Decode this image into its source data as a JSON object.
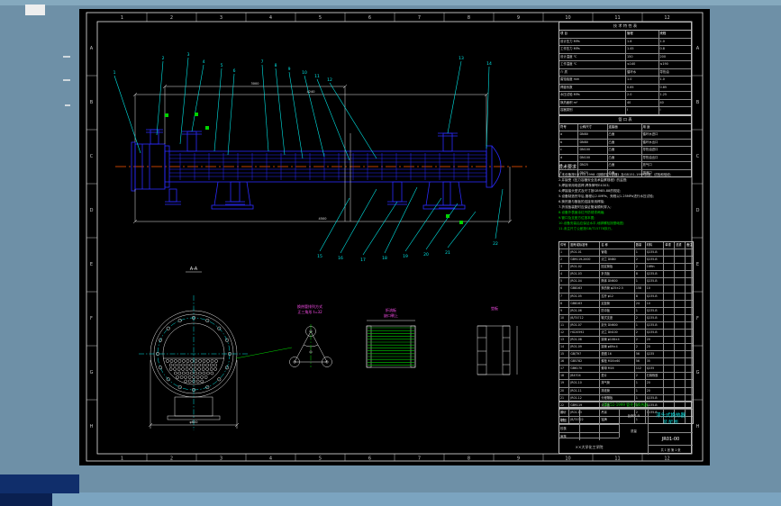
{
  "app": {
    "background": "#6e90a7",
    "canvas_bg": "#000000",
    "colors": {
      "line_blue": "#2b2bff",
      "line_cyan": "#00e5e5",
      "line_white": "#e8e8e8",
      "line_green": "#00d400",
      "line_magenta": "#ff4ff0",
      "centerline_orange": "#ff5500",
      "taskbar_navy": "#102e6b"
    }
  },
  "frame": {
    "cols": [
      "1",
      "2",
      "3",
      "4",
      "5",
      "6",
      "7",
      "8",
      "9",
      "10",
      "11",
      "12"
    ],
    "rows": [
      "A",
      "B",
      "C",
      "D",
      "E",
      "F",
      "G",
      "H"
    ]
  },
  "callouts_top": [
    "1",
    "2",
    "3",
    "4",
    "5",
    "6",
    "7",
    "8",
    "9",
    "10",
    "11",
    "12",
    "13",
    "14"
  ],
  "callouts_bottom": [
    "15",
    "16",
    "17",
    "18",
    "19",
    "20",
    "21",
    "22"
  ],
  "labels": {
    "section_view": "A-A",
    "dim_top": "4240",
    "dim_mid": "3000",
    "dim_bottom": "4500",
    "dim_circle": "φ600",
    "triangle_title": "换热管排列方式",
    "triangle_sub": "正三角形 t=32",
    "baffle_title": "折流板",
    "baffle_sub": "缺口朝上",
    "support_title": "垫板"
  },
  "spec_table": {
    "title": "技 术 特 性 表",
    "headers": [
      "项  目",
      "管程",
      "壳程"
    ],
    "rows": [
      [
        "设计压力 MPa",
        "1.6",
        "1.0"
      ],
      [
        "工作压力 MPa",
        "1.45",
        "0.8"
      ],
      [
        "设计温度 ℃",
        "150",
        "200"
      ],
      [
        "工作温度 ℃",
        "≤140",
        "≤190"
      ],
      [
        "介  质",
        "循环水",
        "导热油"
      ],
      [
        "腐蚀裕度 mm",
        "1.0",
        "1.0"
      ],
      [
        "焊缝系数",
        "0.85",
        "0.85"
      ],
      [
        "水压试验 MPa",
        "2.0",
        "1.25"
      ],
      [
        "换热面积 m²",
        "40",
        "40"
      ],
      [
        "容器类别",
        "Ⅰ",
        "Ⅰ"
      ]
    ]
  },
  "nozzle_table": {
    "title": "管 口 表",
    "headers": [
      "符号",
      "公称尺寸",
      "连接面",
      "用  途"
    ],
    "rows": [
      [
        "a",
        "DN80",
        "凸面",
        "循环水进口"
      ],
      [
        "b",
        "DN80",
        "凸面",
        "循环水出口"
      ],
      [
        "c",
        "DN100",
        "凸面",
        "导热油进口"
      ],
      [
        "d",
        "DN100",
        "凸面",
        "导热油出口"
      ],
      [
        "e",
        "DN25",
        "凸面",
        "放气口"
      ],
      [
        "f",
        "DN25",
        "凸面",
        "排液口"
      ]
    ]
  },
  "notes": {
    "title": "技术要求",
    "lines": [
      "1.本设备按GB150-1998《钢制压力容器》及GB151-1999制造、试验和验收;",
      "2.并接受《压力容器安全技术监察规程》的监督;",
      "3.焊接采用电弧焊,焊条牌号E4303;",
      "4.焊接接头型式及尺寸按GB985-88的规定;",
      "5.设备制造完毕后,管程以2.0MPa、壳程以1.25MPa进行水压试验;",
      "6.换热管与管板的连接采用焊接;",
      "7.折流板装配时应保证管束顺利穿入;",
      "8.设备外表面涂红丹防锈漆两遍;",
      "9.管口及支座方位按本图;",
      "10.设备安装后应保证水平,地脚螺栓按基础图;",
      "11.未注尺寸公差按GB/T15778执行。"
    ]
  },
  "bom": {
    "headers": [
      "件号",
      "图号或标准号",
      "名  称",
      "数量",
      "材料",
      "单重",
      "总重",
      "备注"
    ],
    "rows": [
      [
        "1",
        "JR01-01",
        "管箱",
        "1",
        "Q235-B",
        "",
        "",
        ""
      ],
      [
        "2",
        "GB9119-2000",
        "法兰 DN80",
        "2",
        "Q235-B",
        "",
        "",
        ""
      ],
      [
        "3",
        "JR01-02",
        "固定管板",
        "2",
        "16Mn",
        "",
        "",
        ""
      ],
      [
        "4",
        "JR01-03",
        "折流板",
        "8",
        "Q235-B",
        "",
        "",
        ""
      ],
      [
        "5",
        "JR01-04",
        "筒体 DN600",
        "1",
        "Q235-B",
        "",
        "",
        ""
      ],
      [
        "6",
        "GB8163",
        "换热管 φ25×2.5",
        "158",
        "10",
        "",
        "",
        ""
      ],
      [
        "7",
        "JR01-05",
        "拉杆 φ12",
        "8",
        "Q235-B",
        "",
        "",
        ""
      ],
      [
        "8",
        "GB8163",
        "定距管",
        "24",
        "10",
        "",
        "",
        ""
      ],
      [
        "9",
        "JR01-06",
        "防冲板",
        "1",
        "Q235-B",
        "",
        "",
        ""
      ],
      [
        "10",
        "JB/T4712",
        "鞍式支座",
        "2",
        "Q235-B",
        "",
        "",
        ""
      ],
      [
        "11",
        "JR01-07",
        "封头 DN600",
        "1",
        "Q235-B",
        "",
        "",
        ""
      ],
      [
        "12",
        "HG20592",
        "法兰 DN100",
        "2",
        "Q235-B",
        "",
        "",
        ""
      ],
      [
        "13",
        "JR01-08",
        "接管 φ108×4",
        "2",
        "20",
        "",
        "",
        ""
      ],
      [
        "14",
        "JR01-09",
        "接管 φ89×4",
        "2",
        "20",
        "",
        "",
        ""
      ],
      [
        "15",
        "GB/T97",
        "垫圈 16",
        "56",
        "Q235",
        "",
        "",
        ""
      ],
      [
        "16",
        "GB5782",
        "螺栓 M16×60",
        "56",
        "35",
        "",
        "",
        ""
      ],
      [
        "17",
        "GB6170",
        "螺母 M16",
        "112",
        "Q235",
        "",
        "",
        ""
      ],
      [
        "18",
        "JB4704",
        "垫片",
        "2",
        "石棉橡胶",
        "",
        "",
        ""
      ],
      [
        "19",
        "JR01-10",
        "排气管",
        "1",
        "20",
        "",
        "",
        ""
      ],
      [
        "20",
        "JR01-11",
        "排液管",
        "1",
        "20",
        "",
        "",
        ""
      ],
      [
        "21",
        "JR01-12",
        "分程隔板",
        "1",
        "Q235-B",
        "",
        "",
        ""
      ],
      [
        "22",
        "GB9119",
        "法兰盖",
        "1",
        "Q235-B",
        "",
        "",
        ""
      ],
      [
        "23",
        "JR01-13",
        "吊耳",
        "2",
        "Q235-B",
        "",
        "",
        ""
      ],
      [
        "24",
        "JB/T4722",
        "铭牌",
        "1",
        "",
        "",
        "",
        ""
      ]
    ]
  },
  "title_block": {
    "standard": "GB151-1999  管壳式换热器",
    "rows": [
      [
        "设计",
        "",
        ""
      ],
      [
        "制图",
        "",
        ""
      ],
      [
        "校核",
        "",
        ""
      ],
      [
        "审核",
        "",
        ""
      ]
    ],
    "name1": "浮头式换热器",
    "name2": "装 配 图",
    "drawing_no": "JR01-00",
    "scale_label": "比例",
    "scale": "1:5",
    "mass_label": "质量",
    "mass": "",
    "sheet": "共 1 张  第 1 张",
    "company": "××大学化工学院"
  }
}
